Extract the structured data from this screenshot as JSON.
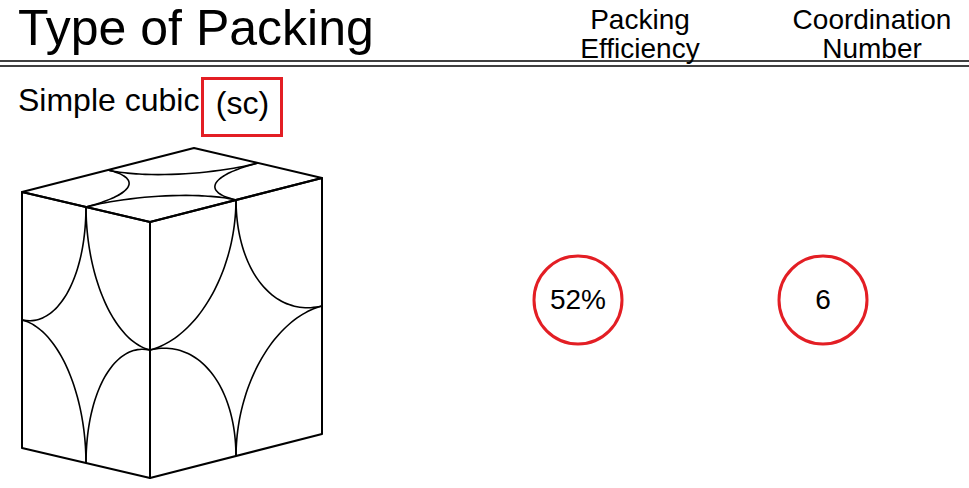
{
  "diagram": {
    "nodes": [
      {
        "text": [
          "(sc)"
        ]
      },
      {
        "text": [
          "52%"
        ]
      },
      {
        "text": [
          "6"
        ]
      }
    ],
    "labels": [
      "Type of Packing",
      "Packing Efficiency",
      "Coordination Number",
      "Simple cubic"
    ]
  }
}
